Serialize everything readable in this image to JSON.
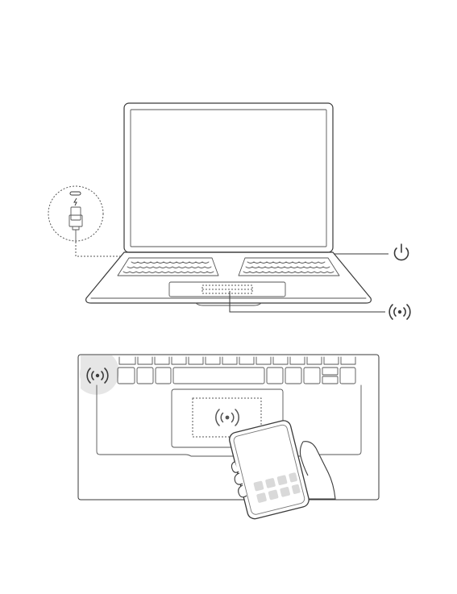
{
  "figure": {
    "top_panel": {
      "items": [
        "laptop",
        "usb-c-charging-callout",
        "power-button-callout",
        "nfc-touchpad-callout"
      ],
      "icons": {
        "charge": "usb-c-lightning-icon",
        "power": "power-icon",
        "nfc": "nfc-signal-icon"
      }
    },
    "bottom_panel": {
      "items": [
        "keyboard",
        "touchpad-nfc-area",
        "phone-in-hand",
        "nfc-badge"
      ],
      "icons": {
        "badge": "nfc-signal-icon",
        "touchpad": "nfc-signal-icon"
      }
    },
    "colors": {
      "line": "#3a3a3a",
      "badge_bg": "#e6e6e6",
      "app_tiles": "#d9d9d9"
    }
  }
}
